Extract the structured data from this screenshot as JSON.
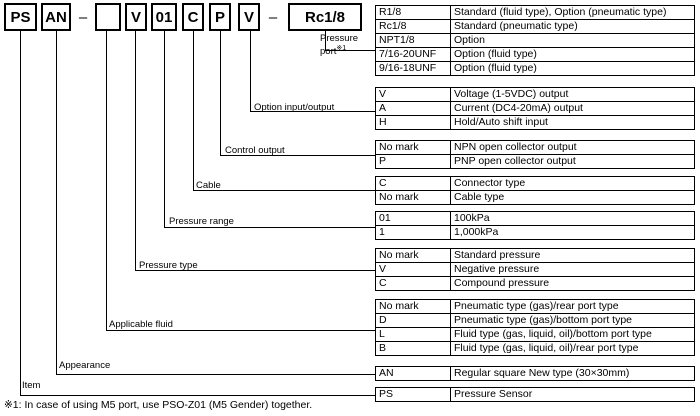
{
  "code": {
    "boxes": [
      "PS",
      "AN",
      "",
      "V",
      "01",
      "C",
      "P",
      "V",
      "Rc1/8"
    ],
    "dash": "–"
  },
  "groups": [
    {
      "label": "Pressure port",
      "sup": "※1",
      "rows": [
        [
          "R1/8",
          "Standard (fluid type), Option (pneumatic type)"
        ],
        [
          "Rc1/8",
          "Standard (pneumatic type)"
        ],
        [
          "NPT1/8",
          "Option"
        ],
        [
          "7/16-20UNF",
          "Option (fluid type)"
        ],
        [
          "9/16-18UNF",
          "Option (fluid type)"
        ]
      ]
    },
    {
      "label": "Option input/output",
      "rows": [
        [
          "V",
          "Voltage (1-5VDC) output"
        ],
        [
          "A",
          "Current (DC4-20mA) output"
        ],
        [
          "H",
          "Hold/Auto shift input"
        ]
      ]
    },
    {
      "label": "Control output",
      "rows": [
        [
          "No mark",
          "NPN open collector output"
        ],
        [
          "P",
          "PNP open collector output"
        ]
      ]
    },
    {
      "label": "Cable",
      "rows": [
        [
          "C",
          "Connector type"
        ],
        [
          "No mark",
          "Cable type"
        ]
      ]
    },
    {
      "label": "Pressure range",
      "rows": [
        [
          "01",
          "100kPa"
        ],
        [
          "1",
          "1,000kPa"
        ]
      ]
    },
    {
      "label": "Pressure type",
      "rows": [
        [
          "No mark",
          "Standard pressure"
        ],
        [
          "V",
          "Negative pressure"
        ],
        [
          "C",
          "Compound pressure"
        ]
      ]
    },
    {
      "label": "Applicable fluid",
      "rows": [
        [
          "No mark",
          "Pneumatic type (gas)/rear port type"
        ],
        [
          "D",
          "Pneumatic type (gas)/bottom port type"
        ],
        [
          "L",
          "Fluid type (gas, liquid, oil)/bottom port type"
        ],
        [
          "B",
          "Fluid type (gas, liquid, oil)/rear port type"
        ]
      ]
    },
    {
      "label": "Appearance",
      "rows": [
        [
          "AN",
          "Regular square New type (30×30mm)"
        ]
      ]
    },
    {
      "label": "Item",
      "rows": [
        [
          "PS",
          "Pressure Sensor"
        ]
      ]
    }
  ],
  "footnote": "※1: In case of using M5 port, use PSO-Z01 (M5 Gender) together."
}
